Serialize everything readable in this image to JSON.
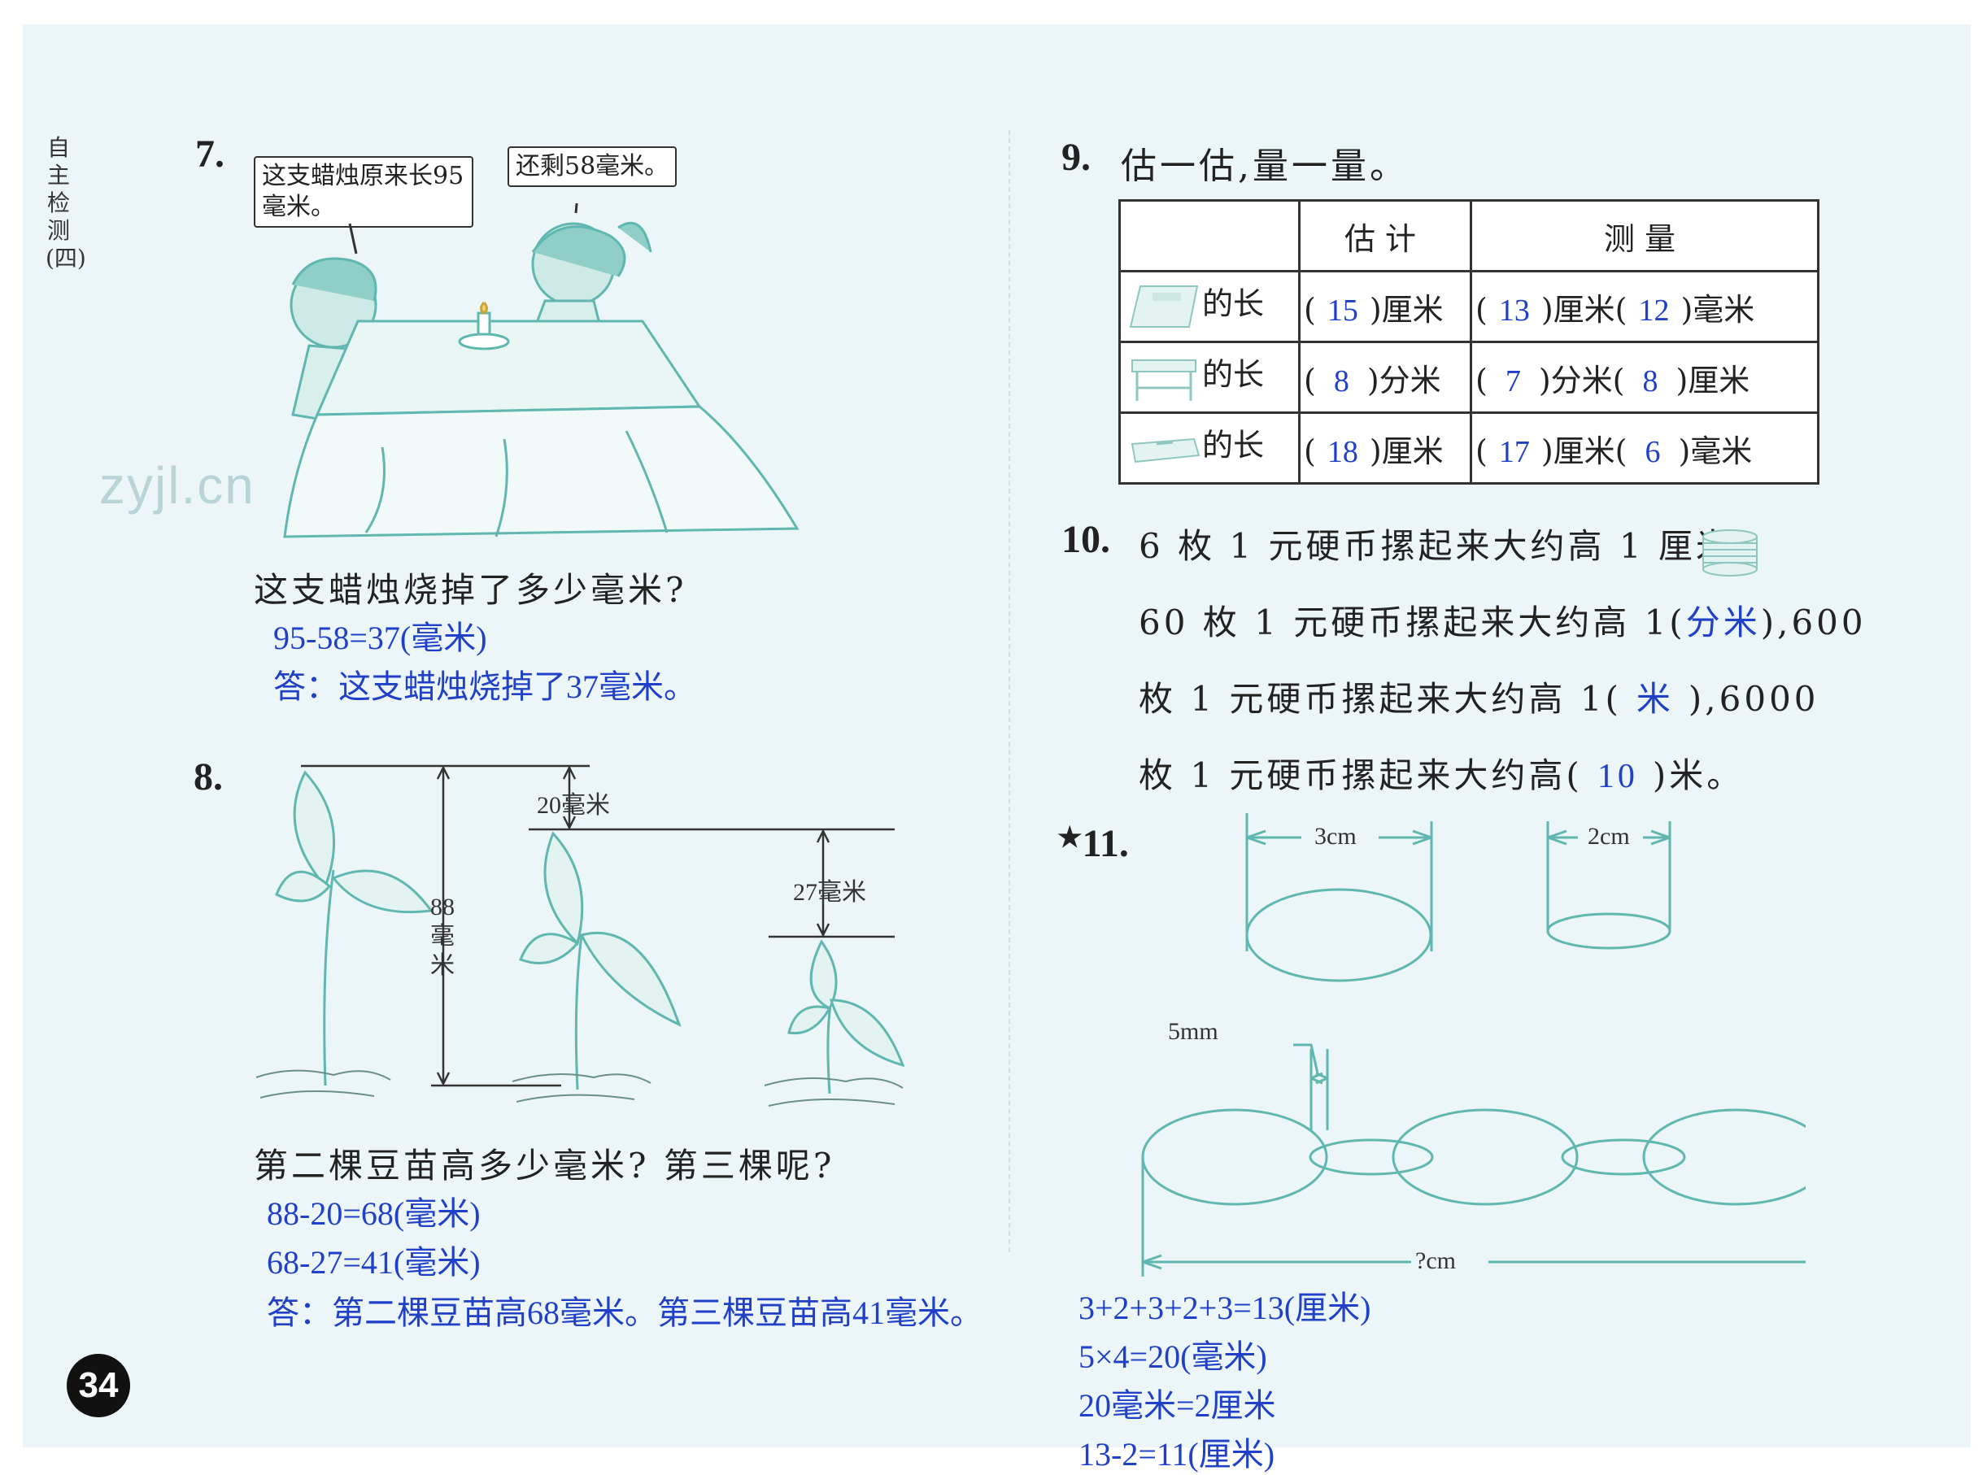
{
  "side_label": "自主检测(四)",
  "page_number": "34",
  "watermark": "zyjl.cn",
  "q7": {
    "num": "7.",
    "bubble_boy": "这支蜡烛原来长95毫米。",
    "bubble_girl": "还剩58毫米。",
    "question": "这支蜡烛烧掉了多少毫米?",
    "answer_lines": [
      "95-58=37(毫米)",
      "答：这支蜡烛烧掉了37毫米。"
    ]
  },
  "q8": {
    "num": "8.",
    "labels": {
      "a": "20毫米",
      "b": "88毫米",
      "c": "27毫米"
    },
    "question": "第二棵豆苗高多少毫米? 第三棵呢?",
    "answer_lines": [
      "88-20=68(毫米)",
      "68-27=41(毫米)",
      "答：第二棵豆苗高68毫米。第三棵豆苗高41毫米。"
    ]
  },
  "q9": {
    "num": "9.",
    "title": "估一估,量一量。",
    "headers": [
      "估计",
      "测量"
    ],
    "rows": [
      {
        "item": "的长",
        "est": "15",
        "est_unit": ")厘米",
        "m1": "13",
        "m1_unit": ")厘米(",
        "m2": "12",
        "m2_unit": ")毫米"
      },
      {
        "item": "的长",
        "est": "8",
        "est_unit": ")分米",
        "m1": "7",
        "m1_unit": ")分米(",
        "m2": "8",
        "m2_unit": ")厘米"
      },
      {
        "item": "的长",
        "est": "18",
        "est_unit": ")厘米",
        "m1": "17",
        "m1_unit": ")厘米(",
        "m2": "6",
        "m2_unit": ")毫米"
      }
    ]
  },
  "q10": {
    "num": "10.",
    "line1": "6 枚 1 元硬币摞起来大约高 1 厘米,",
    "line2_pre": "60 枚 1 元硬币摞起来大约高 1(",
    "ans1": "分米",
    "line2_post": "),600",
    "line3_pre": "枚 1 元硬币摞起来大约高 1(",
    "ans2": "米",
    "line3_post": "),6000",
    "line4_pre": "枚 1 元硬币摞起来大约高(",
    "ans3": "10",
    "line4_post": ")米。"
  },
  "q11": {
    "num": "11.",
    "star": "★",
    "label_3cm": "3cm",
    "label_2cm": "2cm",
    "label_5mm": "5mm",
    "label_total": "?cm",
    "answer_lines": [
      "3+2+3+2+3=13(厘米)",
      "5×4=20(毫米)",
      "20毫米=2厘米",
      "13-2=11(厘米)"
    ]
  }
}
